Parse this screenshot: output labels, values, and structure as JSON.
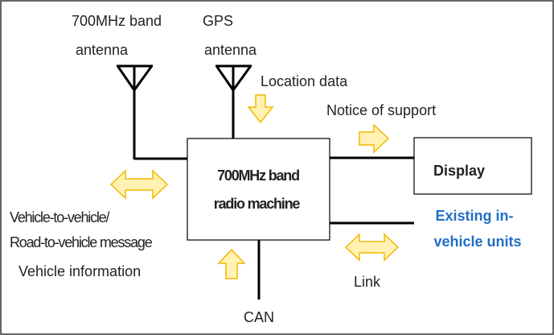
{
  "antennas": {
    "band_700": {
      "line1": "700MHz band",
      "line2": "antenna"
    },
    "gps": {
      "line1": "GPS",
      "line2": "antenna"
    }
  },
  "labels": {
    "location_data": "Location data",
    "notice_of_support": "Notice of support",
    "v2v_line1": "Vehicle-to-vehicle/",
    "v2v_line2": "Road-to-vehicle message",
    "vehicle_information": "Vehicle information",
    "link": "Link",
    "can": "CAN"
  },
  "radio_machine": {
    "line1": "700MHz band",
    "line2": "radio machine"
  },
  "display": {
    "label": "Display"
  },
  "existing_units": {
    "line1": "Existing in-",
    "line2": "vehicle units"
  },
  "colors": {
    "arrow_fill": "#fff2b3",
    "arrow_stroke": "#f5b700",
    "existing_units_text": "#1f6fc4",
    "lines": "#000000"
  }
}
